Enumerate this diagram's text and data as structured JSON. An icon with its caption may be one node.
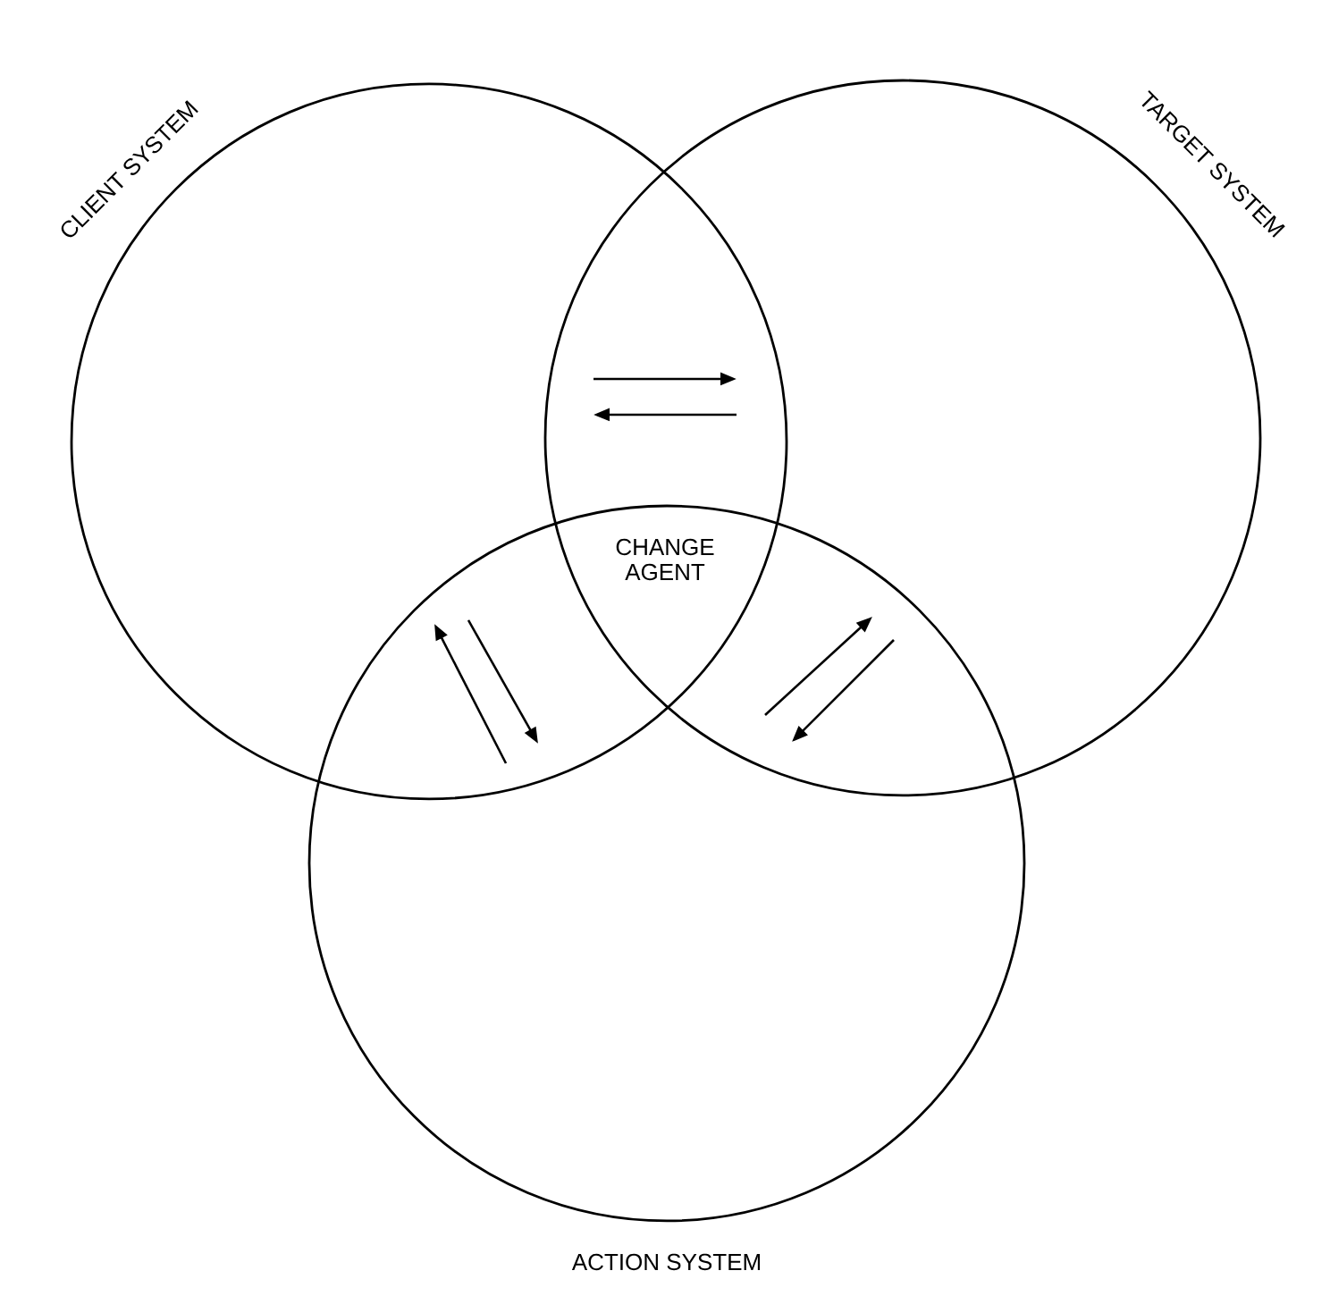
{
  "diagram": {
    "nodes": [
      {
        "text": [
          "CLIENT SYSTEM"
        ]
      },
      {
        "text": [
          "TARGET SYSTEM"
        ]
      },
      {
        "text": [
          "ACTION SYSTEM"
        ]
      },
      {
        "text": [
          "CHANGE AGENT"
        ]
      }
    ],
    "edges": [
      {
        "from": 0,
        "to": 1,
        "arrow": "to"
      },
      {
        "from": 1,
        "to": 0,
        "arrow": "to"
      },
      {
        "from": 2,
        "to": 0,
        "arrow": "to"
      },
      {
        "from": 0,
        "to": 2,
        "arrow": "to"
      },
      {
        "from": 2,
        "to": 1,
        "arrow": "to"
      },
      {
        "from": 1,
        "to": 2,
        "arrow": "to"
      }
    ]
  }
}
